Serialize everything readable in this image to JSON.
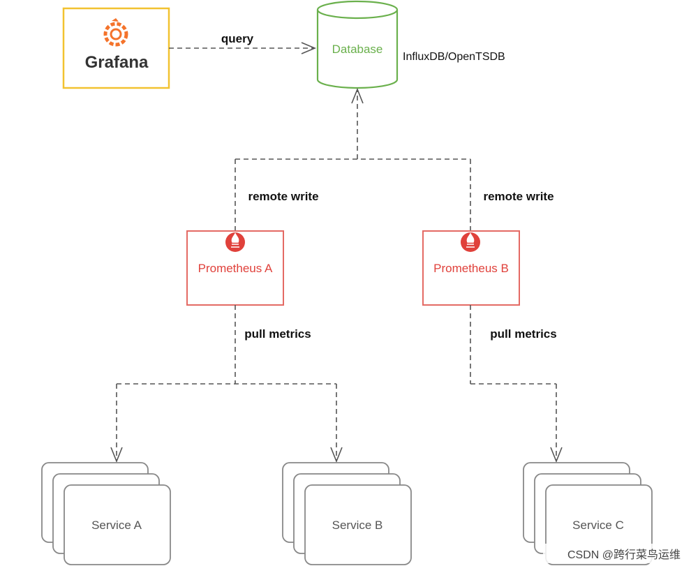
{
  "grafana": {
    "label": "Grafana"
  },
  "database": {
    "label": "Database",
    "type_label": "InfluxDB/OpenTSDB"
  },
  "edges": {
    "query": "query",
    "remote_write_a": "remote write",
    "remote_write_b": "remote write",
    "pull_metrics_a": "pull metrics",
    "pull_metrics_b": "pull metrics"
  },
  "prometheus_a": {
    "label": "Prometheus A"
  },
  "prometheus_b": {
    "label": "Prometheus B"
  },
  "services": {
    "a": "Service A",
    "b": "Service B",
    "c": "Service C"
  },
  "watermark": "CSDN @跨行菜鸟运维",
  "colors": {
    "grafana_border": "#f2c230",
    "grafana_logo": "#f4732b",
    "database": "#6ab04c",
    "prometheus": "#e0413b",
    "prometheus_border": "#e46a64",
    "connector": "#555555",
    "service_border": "#888888"
  },
  "icons": {
    "grafana": "grafana-logo-icon",
    "prometheus": "prometheus-flame-icon"
  }
}
